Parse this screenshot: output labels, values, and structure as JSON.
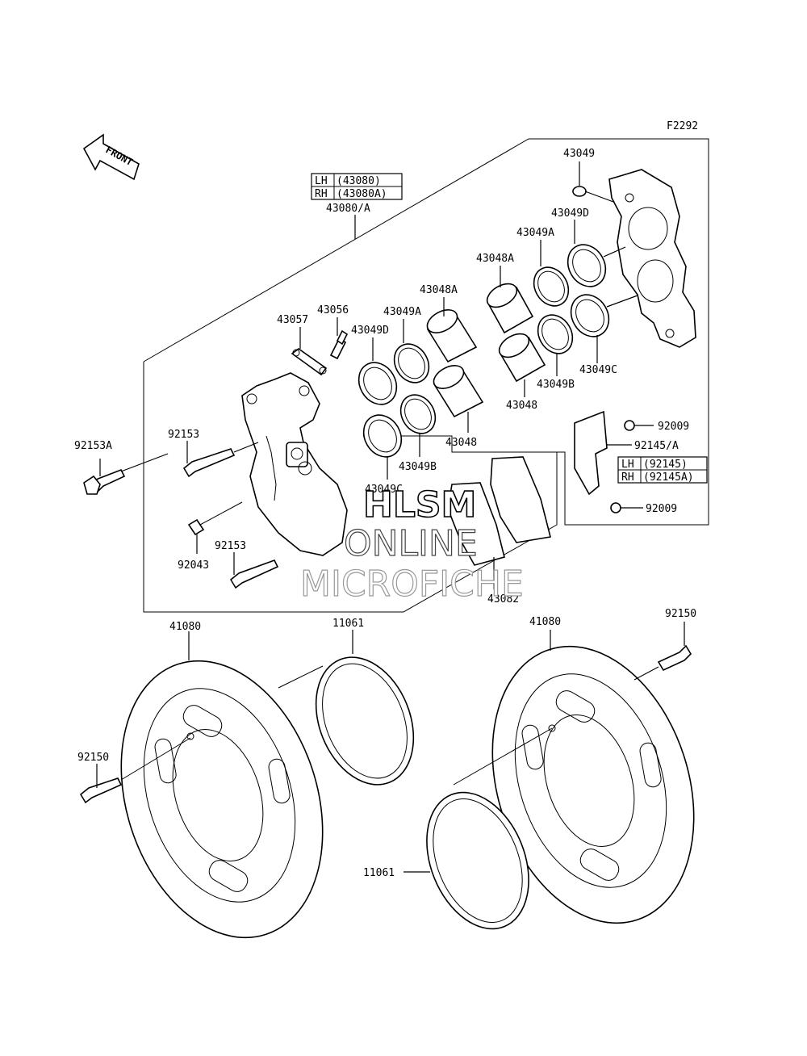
{
  "figure_id": "F2292",
  "front_label": "FRONT",
  "caliper_assembly": {
    "lh_code": "LH",
    "lh_part": "(43080)",
    "rh_code": "RH",
    "rh_part": "(43080A)",
    "part": "43080/A"
  },
  "bracket": {
    "part": "92145/A",
    "lh_code": "LH",
    "lh_part": "(92145)",
    "rh_code": "RH",
    "rh_part": "(92145A)"
  },
  "labels": {
    "p43049": "43049",
    "p43049D_top": "43049D",
    "p43049A_top": "43049A",
    "p43048A_top": "43048A",
    "p43048A_mid": "43048A",
    "p43049A_mid": "43049A",
    "p43049D_mid": "43049D",
    "p43056": "43056",
    "p43057": "43057",
    "p43049C_right": "43049C",
    "p43049B_right": "43049B",
    "p43048_right": "43048",
    "p43048_mid": "43048",
    "p43049B_mid": "43049B",
    "p43049C_mid": "43049C",
    "p92009_top": "92009",
    "p92009_bot": "92009",
    "p92153A": "92153A",
    "p92153_top": "92153",
    "p92153_bot": "92153",
    "p92043": "92043",
    "p43082": "43082",
    "p41080_left": "41080",
    "p41080_right": "41080",
    "p11061_top": "11061",
    "p11061_bot": "11061",
    "p92150_left": "92150",
    "p92150_right": "92150"
  },
  "watermark": {
    "line1": "HLSM",
    "line2": "ONLINE",
    "line3": "MICROFICHE"
  }
}
